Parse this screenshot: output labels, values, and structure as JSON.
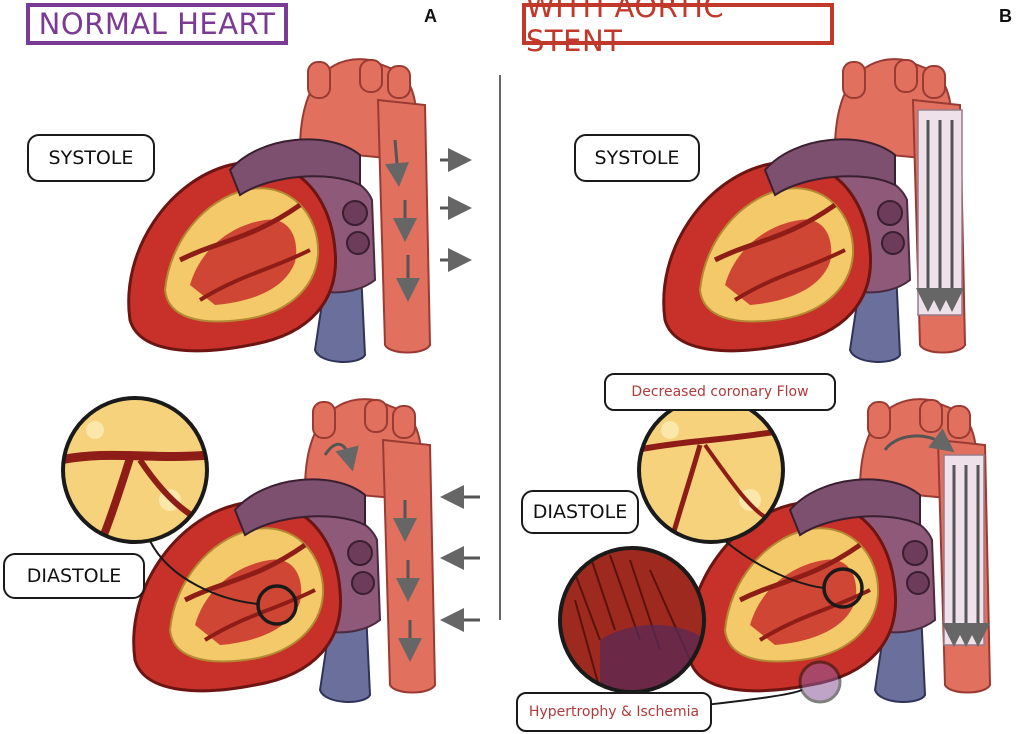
{
  "panels": {
    "a": {
      "title": "NORMAL HEART",
      "letter": "A",
      "title_color": "#7b3a94",
      "systole_label": "SYSTOLE",
      "diastole_label": "DIASTOLE"
    },
    "b": {
      "title": "WITH AORTIC STENT",
      "letter": "B",
      "title_color": "#c0392b",
      "systole_label": "SYSTOLE",
      "diastole_label": "DIASTOLE",
      "coronary_label": "Decreased coronary Flow",
      "hypertrophy_label": "Hypertrophy & Ischemia"
    }
  },
  "colors": {
    "myocardium": "#c8302a",
    "fat": "#f4c96a",
    "aorta": "#e2705f",
    "vein": "#6a6f9c",
    "atrium": "#8f5a7a",
    "stent": "#efe1ea",
    "arrow": "#666666",
    "label_red": "#b03a3a"
  },
  "icons": [
    "flow-arrow-icon",
    "stent-icon",
    "magnifier-circle-icon"
  ]
}
